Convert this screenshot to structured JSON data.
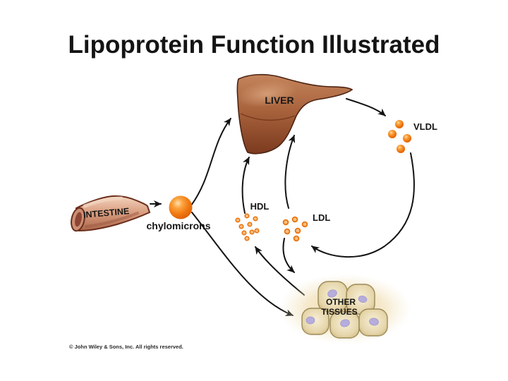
{
  "title": "Lipoprotein Function Illustrated",
  "copyright": "© John Wiley & Sons, Inc. All rights reserved.",
  "nodes": {
    "intestine": {
      "label": "INTESTINE"
    },
    "chylomicrons": {
      "label": "chylomicrons"
    },
    "liver": {
      "label": "LIVER"
    },
    "vldl": {
      "label": "VLDL"
    },
    "hdl": {
      "label": "HDL"
    },
    "ldl": {
      "label": "LDL"
    },
    "other_tissues": {
      "label_line1": "OTHER",
      "label_line2": "TISSUES"
    }
  },
  "connections": [
    {
      "from": "INTESTINE",
      "to": "chylomicrons"
    },
    {
      "from": "chylomicrons",
      "to": "LIVER"
    },
    {
      "from": "chylomicrons",
      "to": "OTHER TISSUES"
    },
    {
      "from": "LIVER",
      "to": "VLDL"
    },
    {
      "from": "VLDL",
      "to": "LDL"
    },
    {
      "from": "LDL",
      "to": "LIVER"
    },
    {
      "from": "LDL",
      "to": "OTHER TISSUES"
    },
    {
      "from": "OTHER TISSUES",
      "to": "HDL"
    },
    {
      "from": "HDL",
      "to": "LIVER"
    }
  ],
  "colors": {
    "arrow": "#141414",
    "particle_orange": "#f0770f",
    "liver_brown": "#a5613b",
    "intestine_salmon": "#d89b7d",
    "cell_tan": "#d9c492",
    "nucleus_lavender": "#b6addc",
    "text": "#161616"
  }
}
